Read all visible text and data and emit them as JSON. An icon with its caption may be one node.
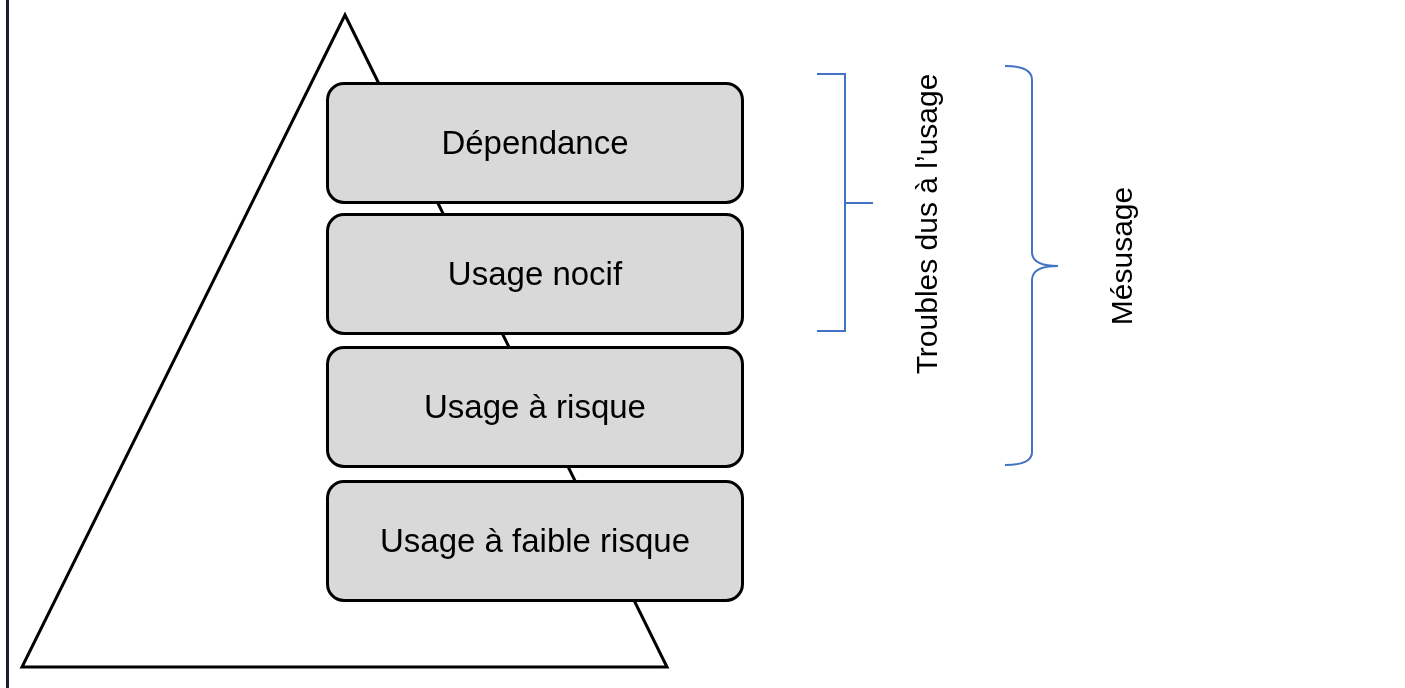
{
  "diagram": {
    "nodes": [
      {
        "text": [
          "Dépendance"
        ]
      },
      {
        "text": [
          "Usage nocif"
        ]
      },
      {
        "text": [
          "Usage à risque"
        ]
      },
      {
        "text": [
          "Usage à faible risque"
        ]
      }
    ],
    "labels": [
      "Troubles dus à l’usage",
      "Mésusage"
    ]
  }
}
